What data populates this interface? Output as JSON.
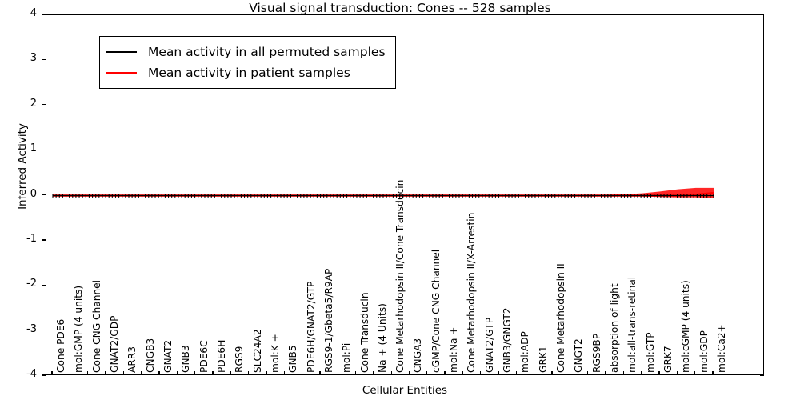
{
  "chart_data": {
    "type": "line",
    "title": "Visual signal transduction: Cones -- 528 samples",
    "xlabel": "Cellular Entities",
    "ylabel": "Inferred Activity",
    "ylim": [
      -4,
      4
    ],
    "yticks": [
      "4",
      "3",
      "2",
      "1",
      "0",
      "-1",
      "-2",
      "-3",
      "-4"
    ],
    "ytick_values": [
      4,
      3,
      2,
      1,
      0,
      -1,
      -2,
      -3,
      -4
    ],
    "grid": false,
    "legend_position": "upper left",
    "categories": [
      "Cone PDE6",
      "mol:GMP (4 units)",
      "Cone CNG Channel",
      "GNAT2/GDP",
      "ARR3",
      "CNGB3",
      "GNAT2",
      "GNB3",
      "PDE6C",
      "PDE6H",
      "RGS9",
      "SLC24A2",
      "mol:K +",
      "GNB5",
      "PDE6H/GNAT2/GTP",
      "RGS9-1/Gbeta5/R9AP",
      "mol:Pi",
      "Cone Transducin",
      "Na + (4 Units)",
      "Cone Metarhodopsin II/Cone Transducin",
      "CNGA3",
      "cGMP/Cone CNG Channel",
      "mol:Na +",
      "Cone Metarhodopsin II/X-Arrestin",
      "GNAT2/GTP",
      "GNB3/GNGT2",
      "mol:ADP",
      "GRK1",
      "Cone Metarhodopsin II",
      "GNGT2",
      "RGS9BP",
      "absorption of light",
      "mol:all-trans-retinal",
      "mol:GTP",
      "GRK7",
      "mol:cGMP (4 units)",
      "mol:GDP",
      "mol:Ca2+"
    ],
    "series": [
      {
        "name": "Mean activity in all permuted samples",
        "color": "#000000",
        "values": [
          0.0,
          0.0,
          0.0,
          0.0,
          0.0,
          0.0,
          0.0,
          0.0,
          0.0,
          0.0,
          0.0,
          0.0,
          0.0,
          0.0,
          0.0,
          0.0,
          0.0,
          0.0,
          0.0,
          0.0,
          0.0,
          0.0,
          0.0,
          0.0,
          0.0,
          0.0,
          0.0,
          0.0,
          0.0,
          0.0,
          0.0,
          0.0,
          0.0,
          0.0,
          0.0,
          0.0,
          0.0,
          0.0
        ]
      },
      {
        "name": "Mean activity in patient samples",
        "color": "#ff0000",
        "values": [
          0.0,
          0.0,
          0.0,
          0.0,
          0.0,
          0.0,
          0.0,
          0.0,
          0.0,
          0.0,
          0.0,
          0.0,
          0.0,
          0.0,
          0.0,
          0.0,
          0.0,
          0.0,
          0.0,
          0.0,
          0.0,
          0.0,
          0.0,
          0.0,
          0.0,
          0.0,
          0.0,
          0.0,
          0.0,
          0.0,
          0.0,
          0.0,
          0.0,
          0.0,
          0.0,
          0.0,
          0.02,
          0.06
        ],
        "band_low": [
          -0.02,
          -0.02,
          -0.02,
          -0.02,
          -0.02,
          -0.02,
          -0.02,
          -0.02,
          -0.02,
          -0.02,
          -0.02,
          -0.02,
          -0.02,
          -0.02,
          -0.02,
          -0.02,
          -0.02,
          -0.02,
          -0.02,
          -0.02,
          -0.02,
          -0.02,
          -0.02,
          -0.02,
          -0.02,
          -0.02,
          -0.02,
          -0.02,
          -0.02,
          -0.02,
          -0.02,
          -0.02,
          -0.02,
          -0.02,
          -0.03,
          -0.04,
          -0.04,
          -0.05
        ],
        "band_high": [
          0.02,
          0.02,
          0.02,
          0.02,
          0.02,
          0.02,
          0.02,
          0.02,
          0.02,
          0.02,
          0.02,
          0.02,
          0.02,
          0.02,
          0.02,
          0.02,
          0.02,
          0.02,
          0.02,
          0.02,
          0.02,
          0.02,
          0.02,
          0.02,
          0.02,
          0.02,
          0.02,
          0.02,
          0.02,
          0.02,
          0.02,
          0.02,
          0.03,
          0.05,
          0.09,
          0.14,
          0.17,
          0.17
        ]
      }
    ]
  },
  "legend": {
    "entries": [
      {
        "label": "Mean activity in all permuted samples",
        "color": "#000000"
      },
      {
        "label": "Mean activity in patient samples",
        "color": "#ff0000"
      }
    ]
  }
}
